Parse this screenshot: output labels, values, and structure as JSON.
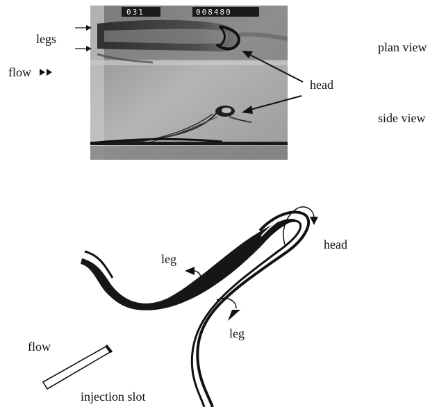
{
  "figure": {
    "photo": {
      "counter_left": "031",
      "counter_right": "008480",
      "labels": {
        "legs": "legs",
        "flow": "flow",
        "head": "head",
        "plan_view": "plan view",
        "side_view": "side view"
      }
    },
    "sketch": {
      "labels": {
        "head": "head",
        "leg_upper": "leg",
        "leg_lower": "leg",
        "flow": "flow",
        "injection_slot": "injection slot"
      }
    }
  }
}
